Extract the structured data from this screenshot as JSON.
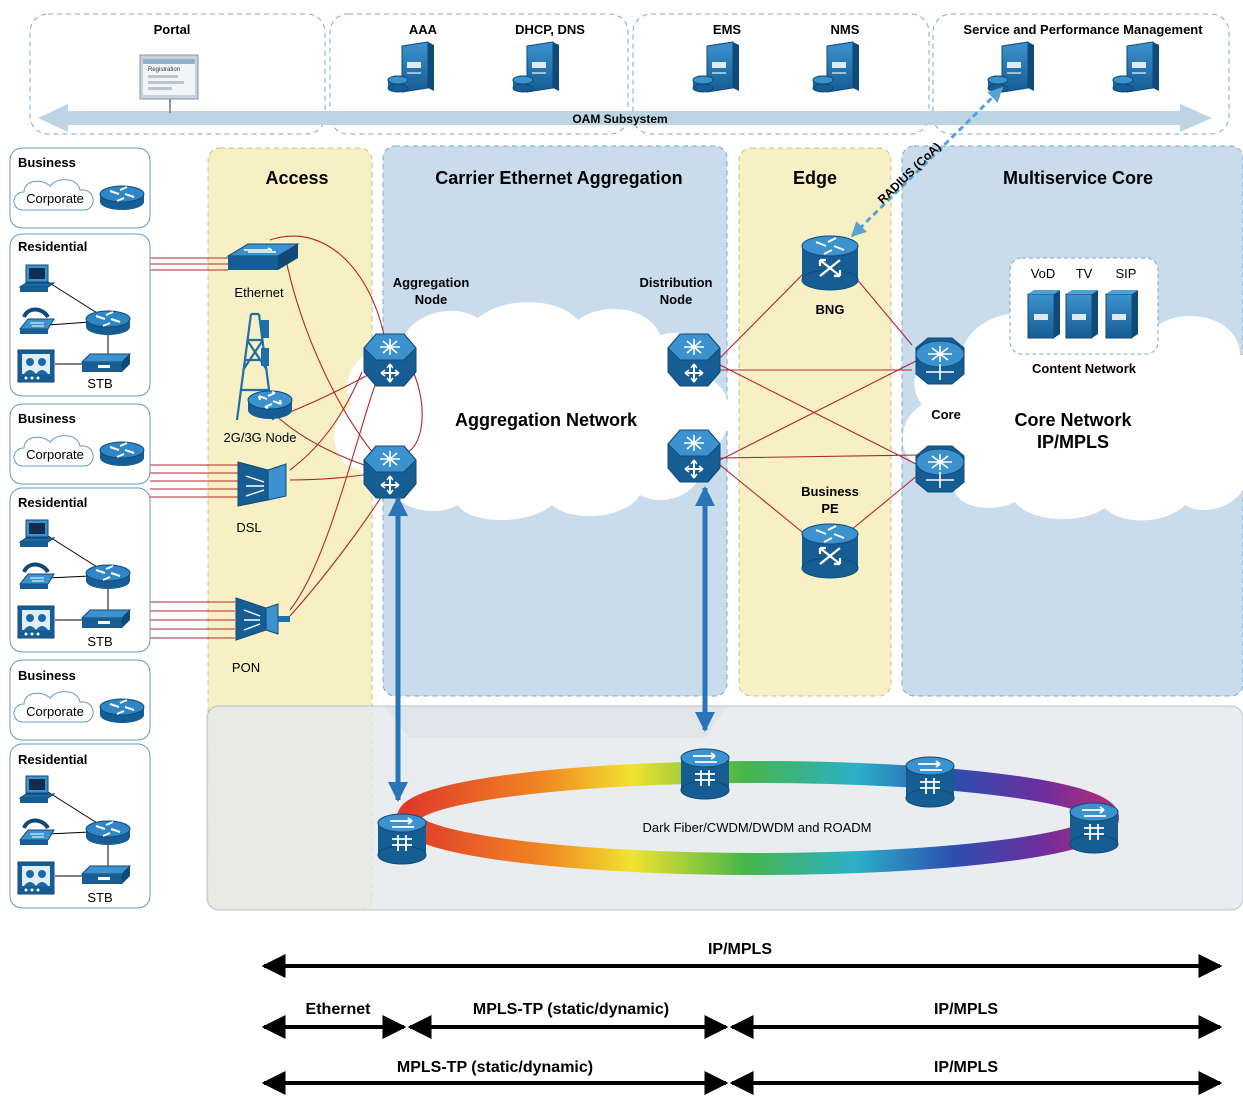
{
  "top": {
    "portal": "Portal",
    "aaa": "AAA",
    "dhcp_dns": "DHCP, DNS",
    "ems": "EMS",
    "nms": "NMS",
    "spm": "Service and Performance Management",
    "oam": "OAM Subsystem",
    "portal_screen_text": "Registration"
  },
  "customers": {
    "business": "Business",
    "residential": "Residential",
    "corporate": "Corporate",
    "stb": "STB"
  },
  "zones": {
    "access": "Access",
    "aggregation": "Carrier Ethernet Aggregation",
    "edge": "Edge",
    "core": "Multiservice Core"
  },
  "access_devices": {
    "ethernet": "Ethernet",
    "node_2g3g": "2G/3G Node",
    "dsl": "DSL",
    "pon": "PON"
  },
  "aggregation": {
    "aggregation_node_1": "Aggregation",
    "aggregation_node_2": "Node",
    "distribution_node_1": "Distribution",
    "distribution_node_2": "Node",
    "network": "Aggregation Network"
  },
  "edge": {
    "bng": "BNG",
    "business_pe_1": "Business",
    "business_pe_2": "PE",
    "radius": "RADIUS (CoA)"
  },
  "core": {
    "vod": "VoD",
    "tv": "TV",
    "sip": "SIP",
    "content_network": "Content Network",
    "core_label": "Core",
    "core_network_1": "Core Network",
    "core_network_2": "IP/MPLS"
  },
  "transport": {
    "ring": "Dark Fiber/CWDM/DWDM and ROADM"
  },
  "arrows": {
    "row1": "IP/MPLS",
    "row2_left": "Ethernet",
    "row2_mid": "MPLS-TP (static/dynamic)",
    "row2_right": "IP/MPLS",
    "row3_left": "MPLS-TP (static/dynamic)",
    "row3_right": "IP/MPLS"
  },
  "colors": {
    "zone_yellow": "#f7f0c4",
    "zone_blue": "#c9dcec",
    "device_blue": "#1e6fa8",
    "link_red": "#b3262d",
    "arrow_blue": "#2a75b8",
    "oam_arrow": "#bcd4e4"
  }
}
